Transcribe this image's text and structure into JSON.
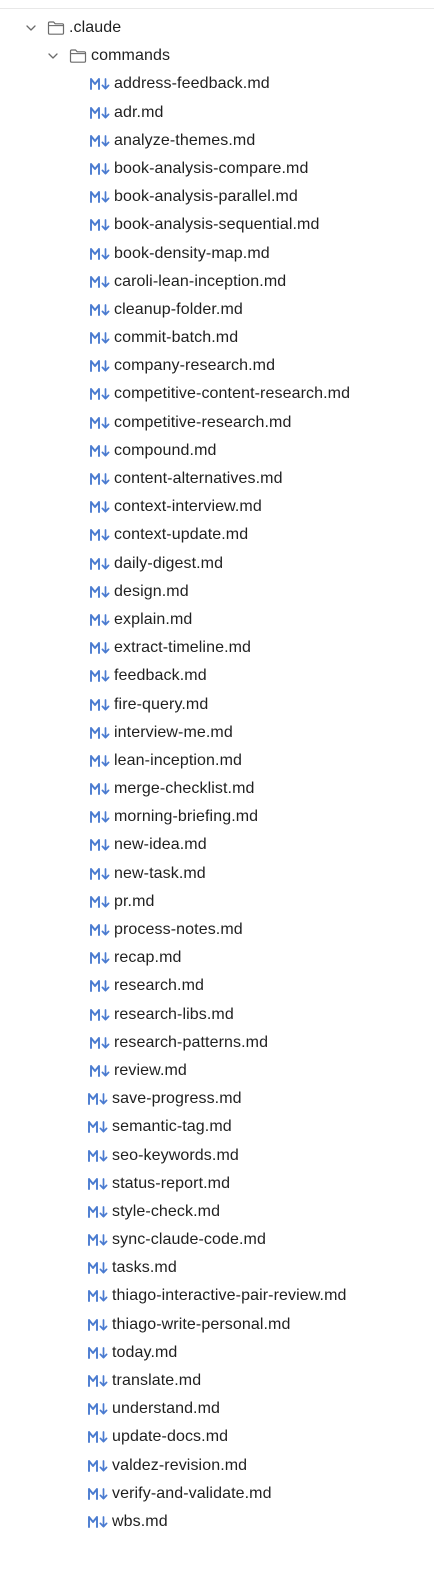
{
  "tree": {
    "root": {
      "label": ".claude",
      "expanded": true,
      "icon": "folder-icon"
    },
    "folder": {
      "label": "commands",
      "expanded": true,
      "icon": "folder-icon"
    },
    "file_icon": "markdown-icon",
    "accent_color": "#4a7bd0",
    "files": [
      "address-feedback.md",
      "adr.md",
      "analyze-themes.md",
      "book-analysis-compare.md",
      "book-analysis-parallel.md",
      "book-analysis-sequential.md",
      "book-density-map.md",
      "caroli-lean-inception.md",
      "cleanup-folder.md",
      "commit-batch.md",
      "company-research.md",
      "competitive-content-research.md",
      "competitive-research.md",
      "compound.md",
      "content-alternatives.md",
      "context-interview.md",
      "context-update.md",
      "daily-digest.md",
      "design.md",
      "explain.md",
      "extract-timeline.md",
      "feedback.md",
      "fire-query.md",
      "interview-me.md",
      "lean-inception.md",
      "merge-checklist.md",
      "morning-briefing.md",
      "new-idea.md",
      "new-task.md",
      "pr.md",
      "process-notes.md",
      "recap.md",
      "research.md",
      "research-libs.md",
      "research-patterns.md",
      "review.md",
      "save-progress.md",
      "semantic-tag.md",
      "seo-keywords.md",
      "status-report.md",
      "style-check.md",
      "sync-claude-code.md",
      "tasks.md",
      "thiago-interactive-pair-review.md",
      "thiago-write-personal.md",
      "today.md",
      "translate.md",
      "understand.md",
      "update-docs.md",
      "valdez-revision.md",
      "verify-and-validate.md",
      "wbs.md"
    ]
  }
}
